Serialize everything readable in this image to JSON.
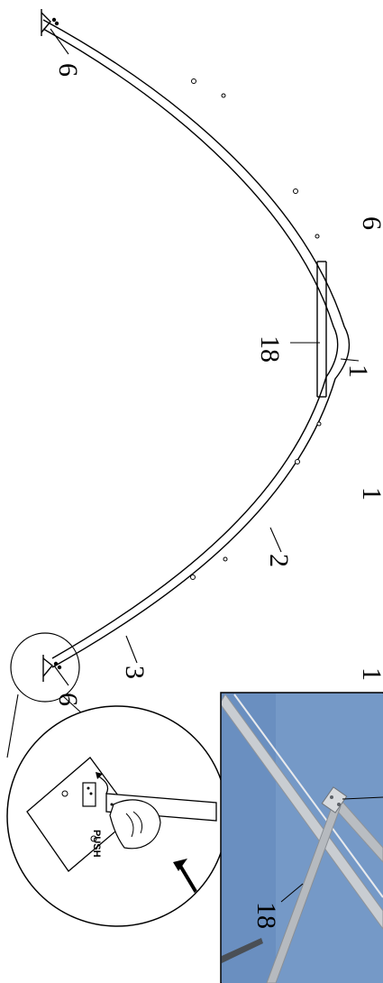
{
  "diagram": {
    "part_numbers": {
      "one": "1",
      "two": "2",
      "three": "3",
      "six_top": "6",
      "six_bottom": "6",
      "eighteen_main": "18",
      "eighteen_photo": "18"
    },
    "detail_label": "PUSH",
    "side_marks": [
      "6",
      "1",
      "1"
    ],
    "colors": {
      "line": "#000000",
      "sky": "#6f93c1",
      "tube": "#c9cdd2"
    }
  }
}
